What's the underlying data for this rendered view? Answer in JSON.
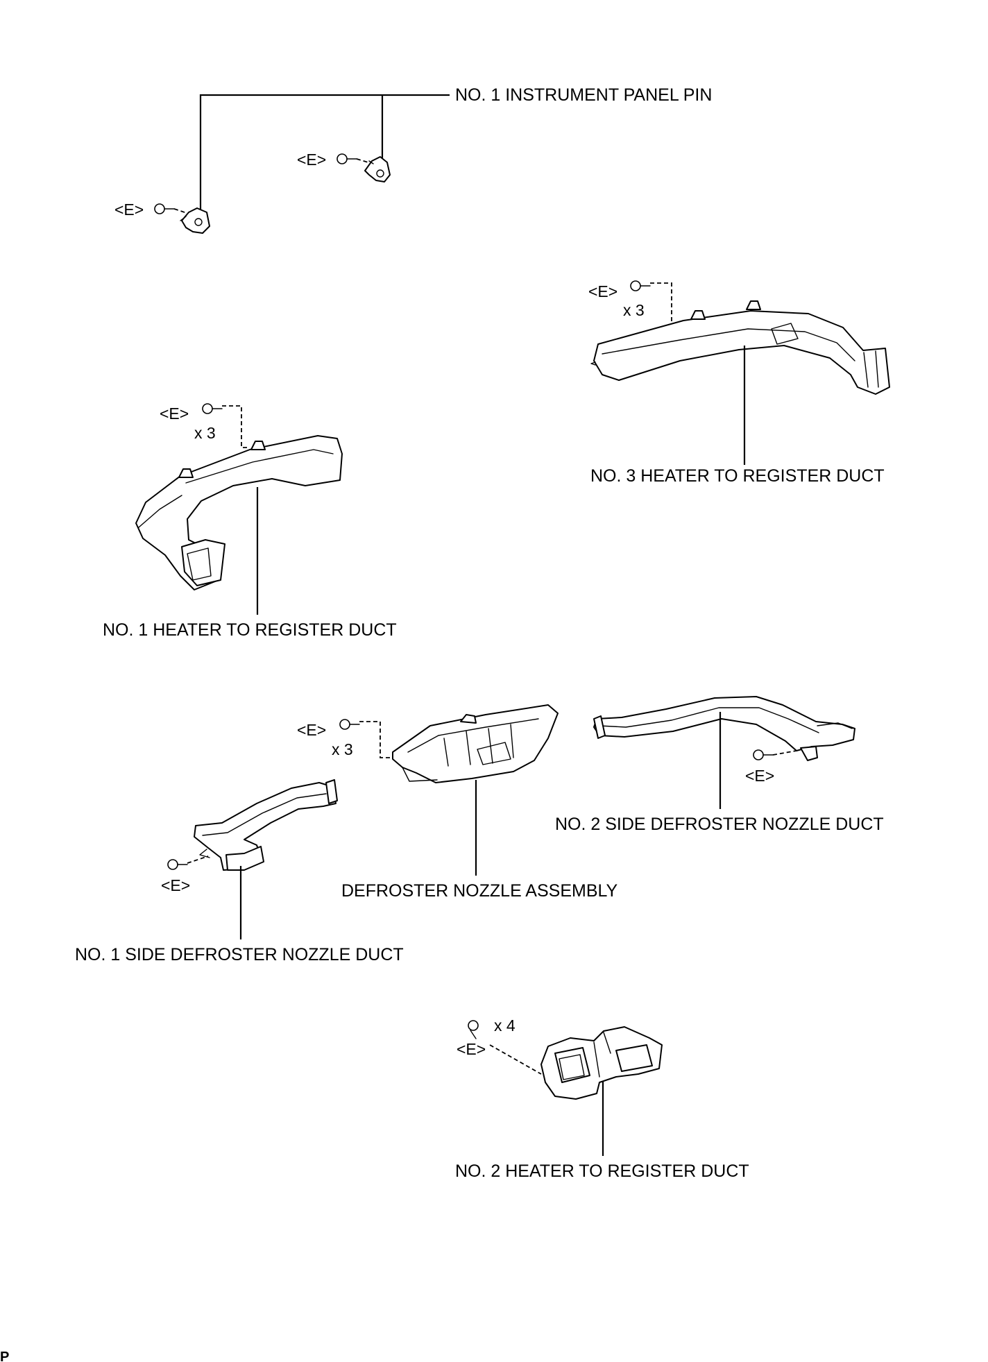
{
  "labels": {
    "instrument_panel_pin": "NO. 1 INSTRUMENT PANEL PIN",
    "heater_duct_3": "NO. 3 HEATER TO REGISTER DUCT",
    "heater_duct_1": "NO. 1 HEATER TO REGISTER DUCT",
    "side_defroster_2": "NO. 2 SIDE DEFROSTER NOZZLE DUCT",
    "defroster_nozzle": "DEFROSTER NOZZLE ASSEMBLY",
    "side_defroster_1": "NO. 1 SIDE DEFROSTER NOZZLE DUCT",
    "heater_duct_2": "NO. 2 HEATER TO REGISTER DUCT"
  },
  "fastener": {
    "type_code": "<E>",
    "qty_3": "x 3",
    "qty_4": "x 4"
  },
  "corner_mark": "P"
}
